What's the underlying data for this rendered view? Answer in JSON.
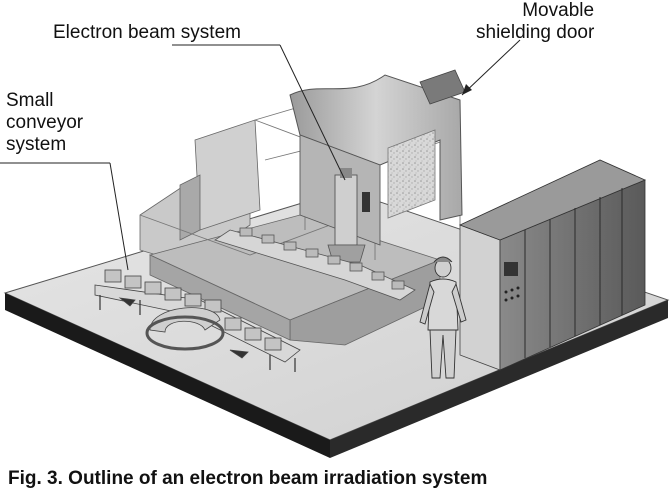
{
  "labels": {
    "electron_beam": "Electron beam system",
    "shielding_door": [
      "Movable",
      "shielding door"
    ],
    "conveyor": [
      "Small",
      "conveyor",
      "system"
    ]
  },
  "caption": "Fig. 3. Outline of an electron beam irradiation system",
  "colors": {
    "floor_top": "#dedede",
    "floor_side": "#1a1a1a",
    "machinery": "#b8b8b8",
    "cabinet": "#6f6f6f",
    "leader_line": "#222222"
  }
}
